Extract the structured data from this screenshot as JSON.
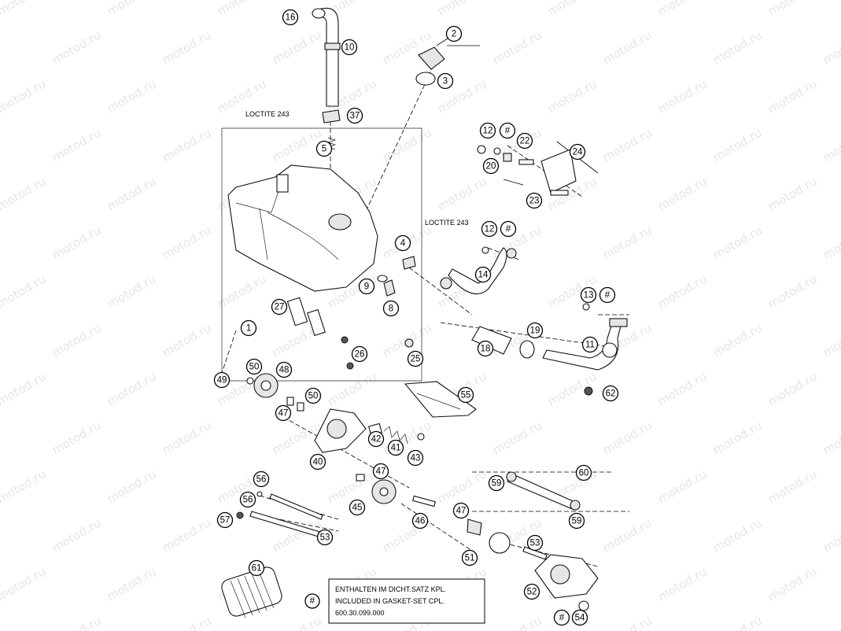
{
  "watermark": "motod.ru",
  "loctite_labels": [
    "LOCTITE 243",
    "LOCTITE 243"
  ],
  "callouts": [
    "16",
    "10",
    "2",
    "3",
    "37",
    "5",
    "12",
    "#",
    "22",
    "20",
    "24",
    "23",
    "4",
    "12",
    "#",
    "14",
    "9",
    "8",
    "13",
    "#",
    "27",
    "1",
    "26",
    "25",
    "18",
    "19",
    "11",
    "62",
    "50",
    "49",
    "48",
    "50",
    "55",
    "47",
    "40",
    "42",
    "41",
    "43",
    "47",
    "45",
    "60",
    "59",
    "56",
    "56",
    "57",
    "53",
    "46",
    "47",
    "59",
    "53",
    "51",
    "61",
    "52",
    "#",
    "54",
    "#"
  ],
  "note": {
    "marker": "#",
    "lines": [
      "ENTHALTEN IM DICHT.SATZ KPL.",
      "INCLUDED IN GASKET-SET CPL.",
      "600.30.099.000"
    ]
  }
}
